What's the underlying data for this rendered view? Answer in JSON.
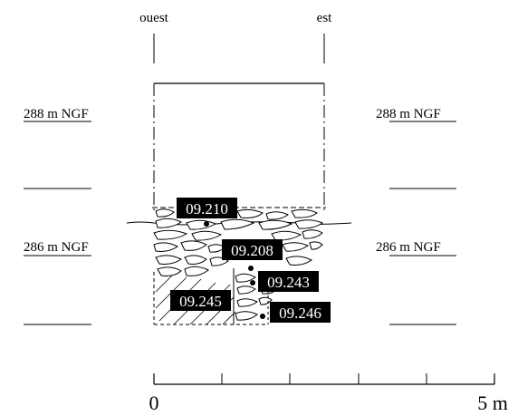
{
  "orientation": {
    "west": "ouest",
    "east": "est"
  },
  "elevations": {
    "upper_left": "288 m NGF",
    "upper_right": "288 m NGF",
    "lower_left": "286 m NGF",
    "lower_right": "286 m NGF"
  },
  "units": [
    {
      "id": "09.210"
    },
    {
      "id": "09.208"
    },
    {
      "id": "09.243"
    },
    {
      "id": "09.245"
    },
    {
      "id": "09.246"
    }
  ],
  "scale": {
    "start_label": "0",
    "end_label": "5 m"
  }
}
